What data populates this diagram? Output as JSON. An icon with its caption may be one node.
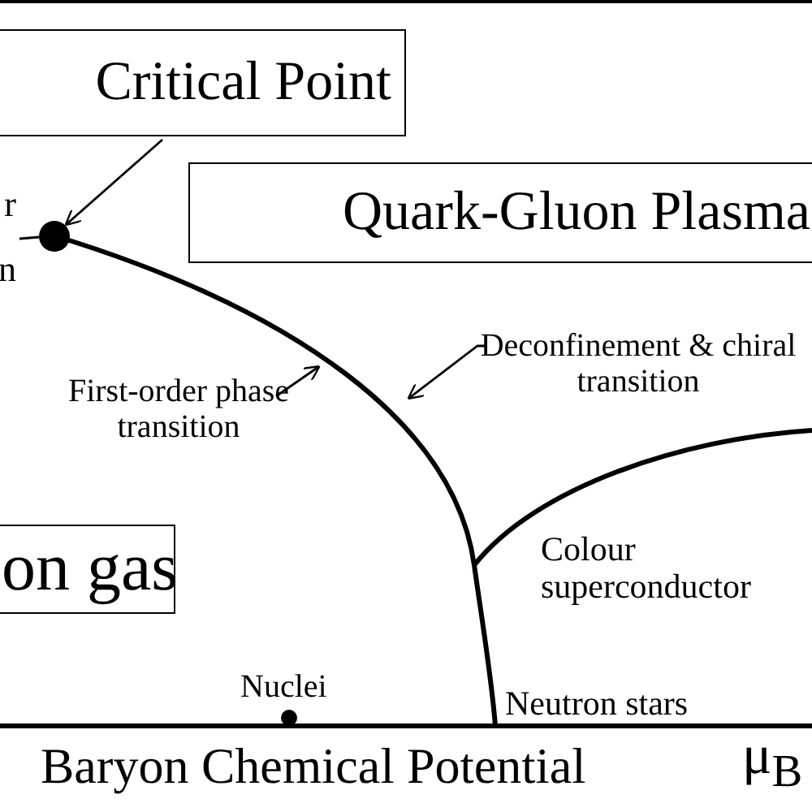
{
  "diagram": {
    "nodes": [
      {
        "text": [
          "Critical Point"
        ]
      },
      {
        "text": [],
        "shape": "circle"
      },
      {
        "text": [
          "r n"
        ]
      },
      {
        "text": [
          "Quark-Gluon Plasma"
        ]
      },
      {
        "text": [
          "First-order phase transition"
        ]
      },
      {
        "text": [
          "Deconfinement & chiral transition"
        ]
      },
      {
        "text": [
          "on gas"
        ]
      }
    ],
    "edges": [
      {
        "from": 0,
        "to": 1,
        "arrow": "to"
      },
      {
        "from": 2,
        "to": 1,
        "arrow": "none"
      },
      {
        "from": 4,
        "to": null,
        "arrow": "to"
      },
      {
        "from": 5,
        "to": null,
        "arrow": "to"
      }
    ],
    "labels": [
      "Colour superconductor",
      "Nuclei",
      "Neutron stars",
      "Baryon Chemical Potential",
      "μ$_{B}$"
    ]
  }
}
